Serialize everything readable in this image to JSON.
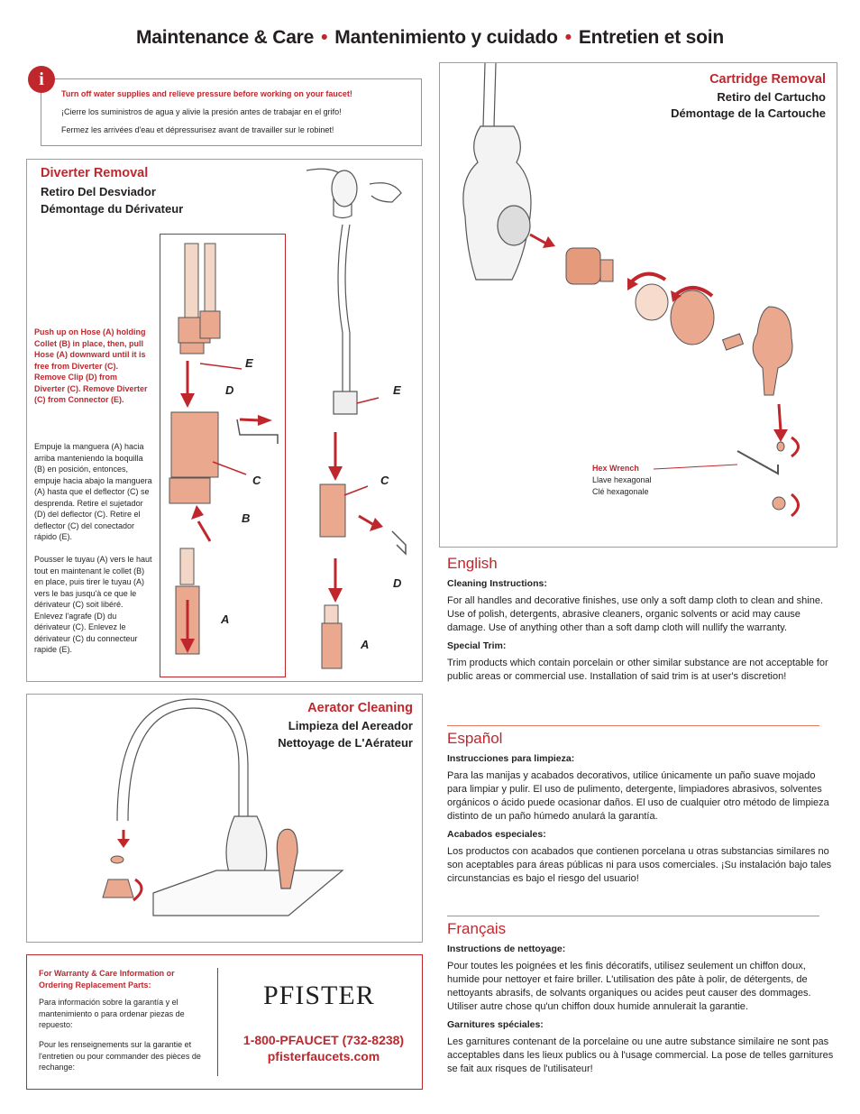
{
  "title": {
    "en": "Maintenance & Care",
    "es": "Mantenimiento y cuidado",
    "fr": "Entretien et soin",
    "separator": "•"
  },
  "warning": {
    "icon": "info-icon",
    "icon_glyph": "i",
    "en": "Turn off water supplies and relieve pressure before working on your faucet!",
    "es": "¡Cierre los suministros de agua y alivie la presión antes de trabajar en el grifo!",
    "fr": "Fermez les arrivées d'eau et dépressurisez avant de travailler sur le robinet!"
  },
  "diverter": {
    "title": "Diverter Removal",
    "sub_es": "Retiro Del Desviador",
    "sub_fr": "Démontage du Dérivateur",
    "instr_en": "Push up on Hose (A) holding Collet (B) in place, then, pull Hose (A) downward until it is free from Diverter (C). Remove Clip (D) from Diverter (C). Remove Diverter (C) from Connector (E).",
    "instr_es": "Empuje la manguera (A) hacia arriba manteniendo la boquilla (B) en posición, entonces, empuje hacia abajo la manguera (A) hasta que el deflector (C) se desprenda. Retire el sujetador (D) del deflector (C). Retire el deflector (C) del conectador rápido (E).",
    "instr_fr": "Pousser le tuyau (A) vers le haut tout en maintenant le collet (B) en place, puis tirer le tuyau (A) vers le bas jusqu'à ce que le dérivateur (C) soit libéré. Enlevez l'agrafe (D) du dérivateur (C). Enlevez le dérivateur (C) du connecteur rapide (E).",
    "labels": {
      "E1": "E",
      "D1": "D",
      "C1": "C",
      "B": "B",
      "A1": "A",
      "E2": "E",
      "C2": "C",
      "D2": "D",
      "A2": "A"
    }
  },
  "cartridge": {
    "title": "Cartridge Removal",
    "sub_es": "Retiro del Cartucho",
    "sub_fr": "Démontage de la Cartouche",
    "hex_en": "Hex Wrench",
    "hex_es": "Llave hexagonal",
    "hex_fr": "Clé hexagonale"
  },
  "aerator": {
    "title": "Aerator Cleaning",
    "sub_es": "Limpieza del Aereador",
    "sub_fr": "Nettoyage de L'Aérateur"
  },
  "english": {
    "heading": "English",
    "clean_h": "Cleaning Instructions:",
    "clean_p": "For all handles and decorative finishes, use only a soft damp cloth to clean and shine. Use of polish, detergents, abrasive cleaners, organic solvents or acid may cause damage. Use of anything other than a soft damp cloth will nullify the warranty.",
    "trim_h": "Special Trim:",
    "trim_p": "Trim products which contain porcelain or other similar substance are not acceptable for public areas or commercial use. Installation of said trim is at user's discretion!"
  },
  "espanol": {
    "heading": "Español",
    "clean_h": "Instrucciones para limpieza:",
    "clean_p": "Para las manijas y acabados decorativos, utilice únicamente un paño suave mojado para limpiar y pulir. El uso de pulimento, detergente, limpiadores abrasivos, solventes orgánicos o ácido puede ocasionar daños. El uso de cualquier otro método de limpieza distinto de un paño húmedo anulará la garantía.",
    "trim_h": "Acabados especiales:",
    "trim_p": "Los productos con acabados que contienen porcelana u otras substancias similares no son aceptables para áreas públicas ni para usos comerciales. ¡Su instalación bajo tales circunstancias es bajo el riesgo del usuario!"
  },
  "francais": {
    "heading": "Français",
    "clean_h": "Instructions de nettoyage:",
    "clean_p": "Pour toutes les poignées et les finis décoratifs, utilisez seulement un chiffon doux, humide pour nettoyer et faire briller. L'utilisation des pâte à polir, de détergents, de nettoyants abrasifs, de solvants organiques ou acides peut causer des dommages. Utiliser autre chose qu'un chiffon doux humide annulerait la garantie.",
    "trim_h": "Garnitures spéciales:",
    "trim_p": "Les garnitures contenant de la porcelaine ou une autre substance similaire ne sont pas acceptables dans les lieux publics ou à l'usage commercial. La pose de telles garnitures se fait aux risques de l'utilisateur!"
  },
  "warranty": {
    "en": "For Warranty & Care Information or Ordering Replacement Parts:",
    "es": "Para información sobre la garantía y el mantenimiento o para ordenar piezas de repuesto:",
    "fr": "Pour les renseignements sur la garantie et l'entretien ou pour commander des pièces de rechange:",
    "logo": "PFISTER",
    "phone": "1-800-PFAUCET (732-8238)",
    "website": "pfisterfaucets.com"
  },
  "colors": {
    "accent": "#c0272d",
    "copper": "#d98a6c",
    "border": "#9e9e9e"
  }
}
